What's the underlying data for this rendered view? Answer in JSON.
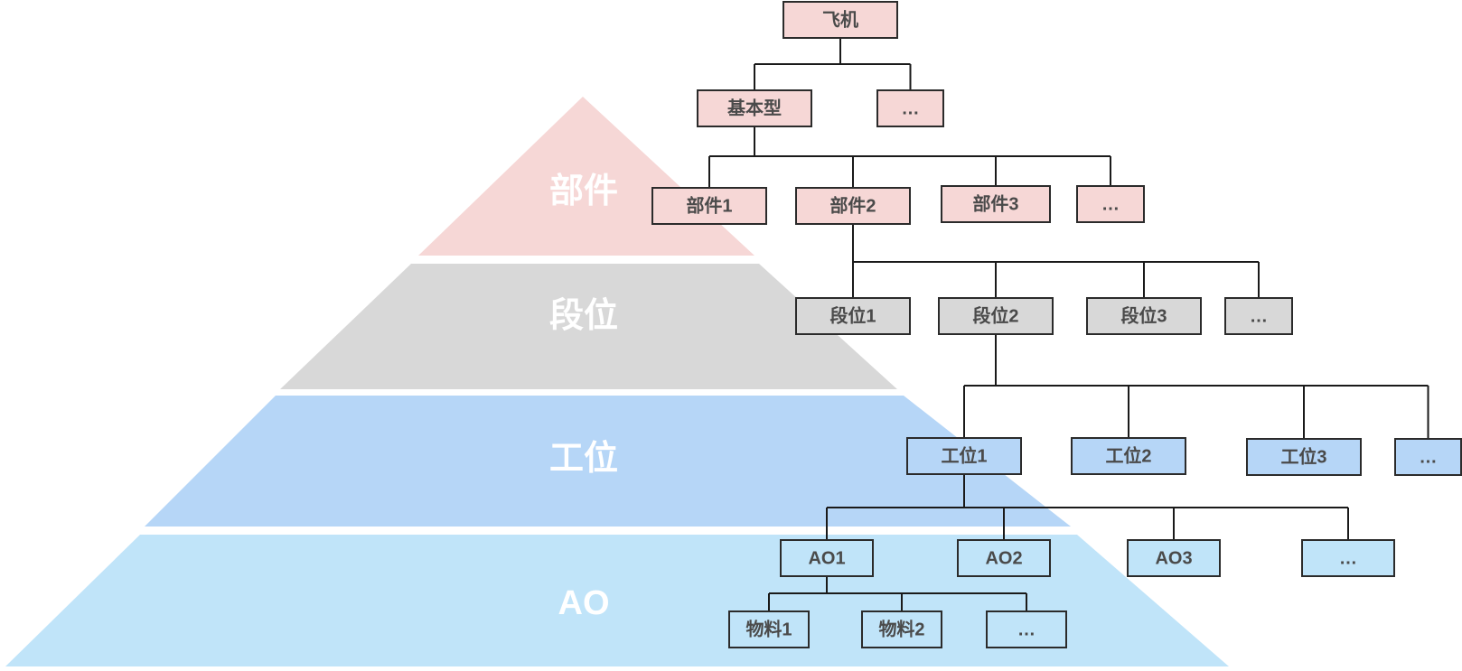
{
  "colors": {
    "pink": "#f6d7d6",
    "gray": "#d8d8d8",
    "blue": "#b6d6f7",
    "light_blue": "#c0e4f9"
  },
  "pyramid": [
    {
      "id": "bujian",
      "label": "部件",
      "color": "pink"
    },
    {
      "id": "duanwei",
      "label": "段位",
      "color": "gray"
    },
    {
      "id": "gongwei",
      "label": "工位",
      "color": "blue"
    },
    {
      "id": "ao",
      "label": "AO",
      "color": "light_blue"
    }
  ],
  "tree": {
    "nodes": [
      {
        "id": "plane",
        "label": "飞机",
        "color": "pink"
      },
      {
        "id": "basic",
        "label": "基本型",
        "color": "pink"
      },
      {
        "id": "l1_more",
        "label": "…",
        "color": "pink"
      },
      {
        "id": "bj1",
        "label": "部件1",
        "color": "pink"
      },
      {
        "id": "bj2",
        "label": "部件2",
        "color": "pink"
      },
      {
        "id": "bj3",
        "label": "部件3",
        "color": "pink"
      },
      {
        "id": "bj_more",
        "label": "…",
        "color": "pink"
      },
      {
        "id": "dw1",
        "label": "段位1",
        "color": "gray"
      },
      {
        "id": "dw2",
        "label": "段位2",
        "color": "gray"
      },
      {
        "id": "dw3",
        "label": "段位3",
        "color": "gray"
      },
      {
        "id": "dw_more",
        "label": "…",
        "color": "gray"
      },
      {
        "id": "gw1",
        "label": "工位1",
        "color": "blue"
      },
      {
        "id": "gw2",
        "label": "工位2",
        "color": "blue"
      },
      {
        "id": "gw3",
        "label": "工位3",
        "color": "blue"
      },
      {
        "id": "gw_more",
        "label": "…",
        "color": "blue"
      },
      {
        "id": "ao1",
        "label": "AO1",
        "color": "light_blue"
      },
      {
        "id": "ao2",
        "label": "AO2",
        "color": "light_blue"
      },
      {
        "id": "ao3",
        "label": "AO3",
        "color": "light_blue"
      },
      {
        "id": "ao_more",
        "label": "…",
        "color": "light_blue"
      },
      {
        "id": "wl1",
        "label": "物料1",
        "color": "light_blue"
      },
      {
        "id": "wl2",
        "label": "物料2",
        "color": "light_blue"
      },
      {
        "id": "wl_more",
        "label": "…",
        "color": "light_blue"
      }
    ],
    "edges": [
      {
        "from": "plane",
        "to": [
          "basic",
          "l1_more"
        ]
      },
      {
        "from": "basic",
        "to": [
          "bj1",
          "bj2",
          "bj3",
          "bj_more"
        ]
      },
      {
        "from": "bj2",
        "to": [
          "dw1",
          "dw2",
          "dw3",
          "dw_more"
        ]
      },
      {
        "from": "dw2",
        "to": [
          "gw1",
          "gw2",
          "gw3",
          "gw_more"
        ]
      },
      {
        "from": "gw1",
        "to": [
          "ao1",
          "ao2",
          "ao3",
          "ao_more"
        ]
      },
      {
        "from": "ao1",
        "to": [
          "wl1",
          "wl2",
          "wl_more"
        ]
      }
    ]
  }
}
